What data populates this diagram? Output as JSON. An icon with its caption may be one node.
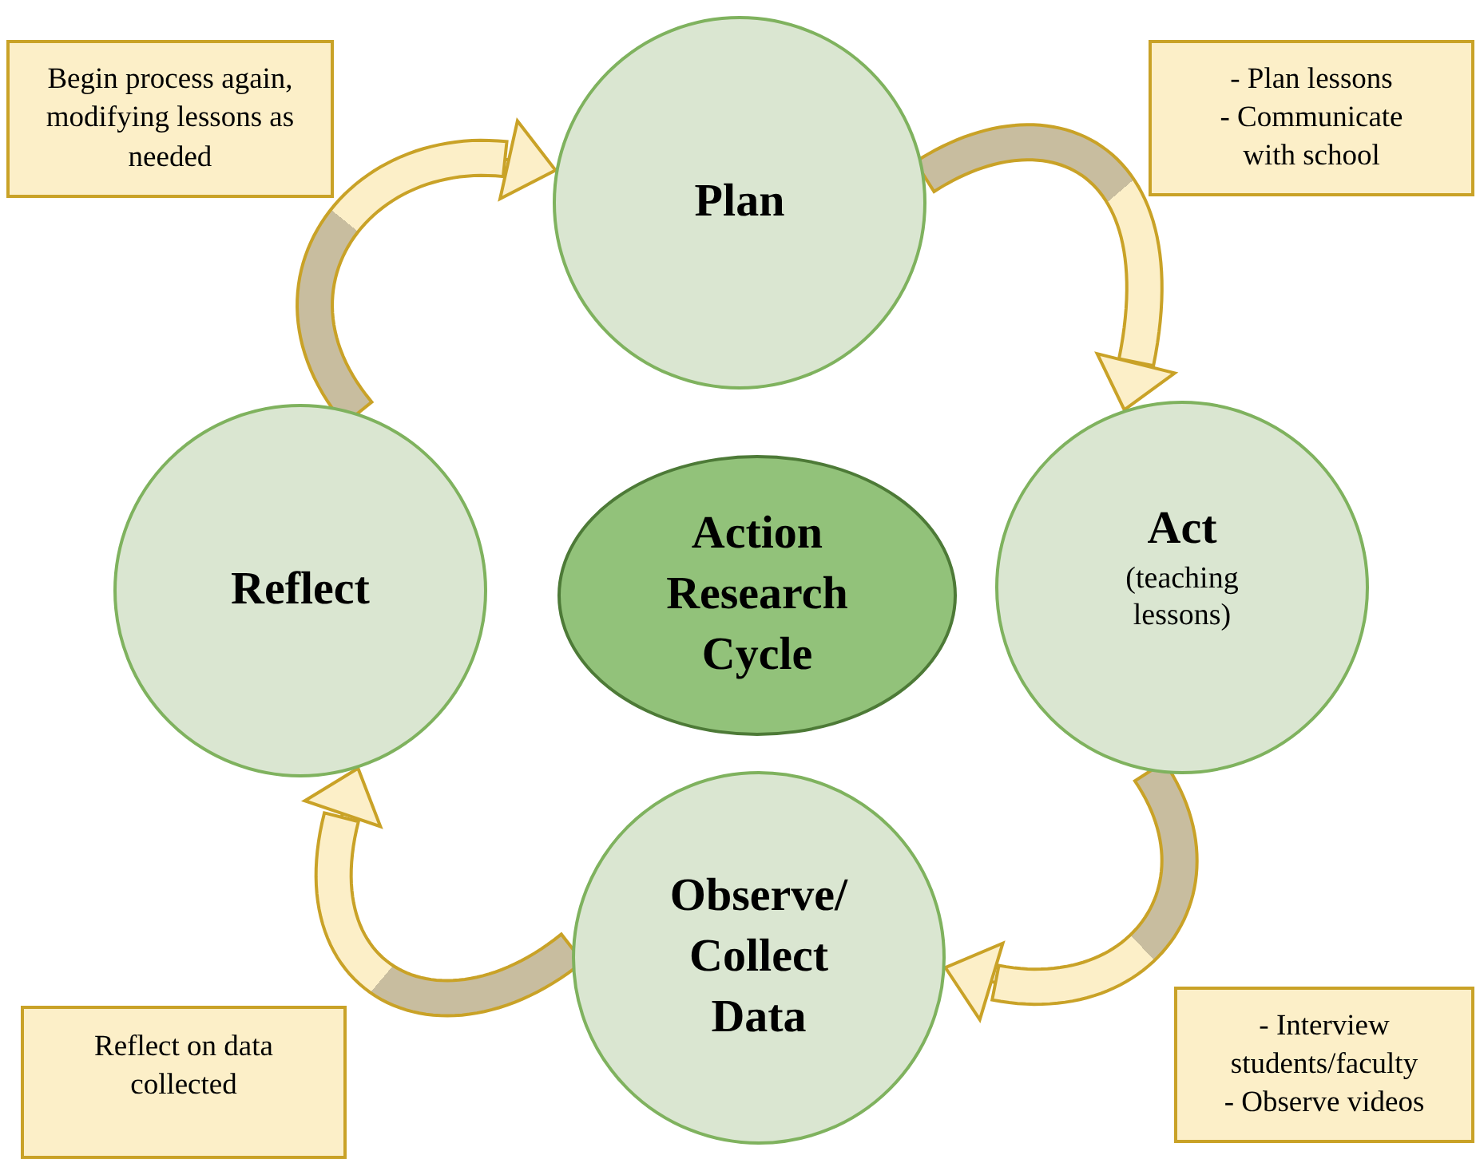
{
  "diagram": {
    "nodes": [
      {
        "text": [
          "Plan"
        ]
      },
      {
        "text": [
          "Act",
          "(teaching lessons)"
        ]
      },
      {
        "text": [
          "Observe/ Collect Data"
        ]
      },
      {
        "text": [
          "Reflect"
        ]
      },
      {
        "text": [
          "Action Research Cycle"
        ]
      },
      {
        "text": [
          "Begin process again, modifying lessons as needed"
        ]
      },
      {
        "text": [
          "- Plan lessons",
          "- Communicate with school"
        ]
      },
      {
        "text": [
          "Reflect on data collected"
        ]
      },
      {
        "text": [
          "- Interview students/faculty",
          "- Observe videos"
        ]
      }
    ],
    "edges": [
      {
        "from": 0,
        "to": 1,
        "arrow": "to"
      },
      {
        "from": 1,
        "to": 2,
        "arrow": "to"
      },
      {
        "from": 2,
        "to": 3,
        "arrow": "to"
      },
      {
        "from": 3,
        "to": 0,
        "arrow": "to"
      }
    ]
  }
}
